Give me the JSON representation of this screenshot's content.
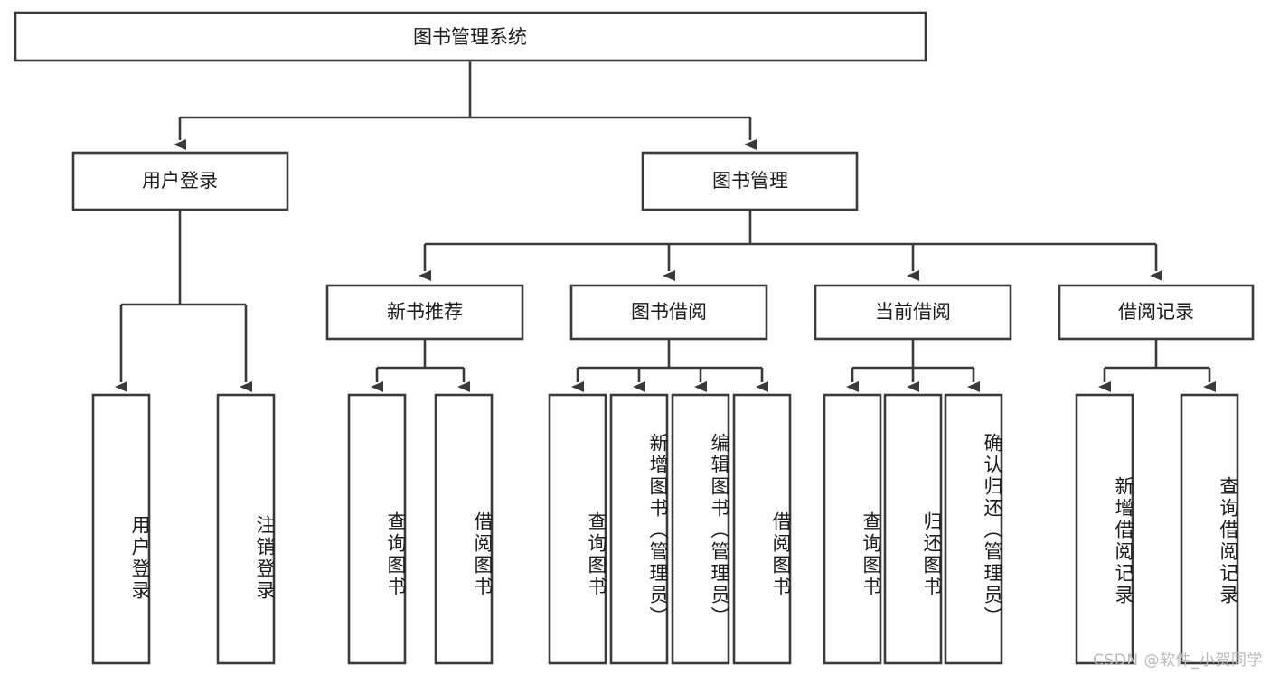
{
  "diagram": {
    "title": "图书管理系统",
    "type": "tree-hierarchy-diagram",
    "colors": {
      "stroke": "#3a3a3a",
      "box_fill": "#ffffff",
      "text": "#1b1b1b",
      "watermark": "#b9b9b9",
      "background": "#ffffff"
    },
    "root": {
      "label": "图书管理系统"
    },
    "level2": [
      {
        "label": "用户登录"
      },
      {
        "label": "图书管理"
      }
    ],
    "level3": [
      {
        "label": "新书推荐"
      },
      {
        "label": "图书借阅"
      },
      {
        "label": "当前借阅"
      },
      {
        "label": "借阅记录"
      }
    ],
    "leaves": {
      "user_login": [
        {
          "label": "用户登录"
        },
        {
          "label": "注销登录"
        }
      ],
      "new_book_recommend": [
        {
          "label": "查询图书"
        },
        {
          "label": "借阅图书"
        }
      ],
      "book_borrow": [
        {
          "label": "查询图书"
        },
        {
          "label": "新增图书（管理员）"
        },
        {
          "label": "编辑图书（管理员）"
        },
        {
          "label": "借阅图书"
        }
      ],
      "current_borrow": [
        {
          "label": "查询图书"
        },
        {
          "label": "归还图书"
        },
        {
          "label": "确认归还（管理员）"
        }
      ],
      "borrow_record": [
        {
          "label": "新增借阅记录"
        },
        {
          "label": "查询借阅记录"
        }
      ]
    },
    "watermark": "CSDN @软件_小贺同学"
  }
}
